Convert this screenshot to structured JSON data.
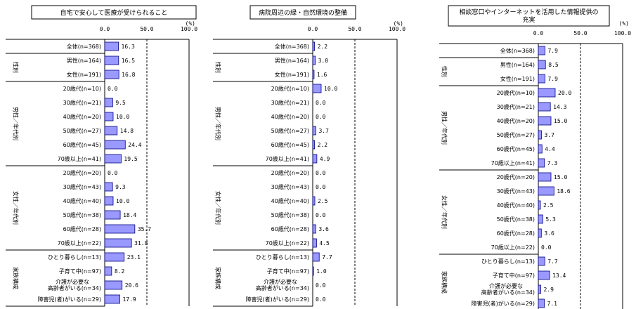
{
  "chart_data": [
    {
      "type": "bar",
      "orientation": "horizontal",
      "title": "自宅で安心して医療が受けられること",
      "unit": "(%)",
      "xlim": [
        0,
        100
      ],
      "xticks": [
        "0.0",
        "50.0",
        "100.0"
      ],
      "categories": [
        "全体(n=368)",
        "男性(n=164)",
        "女性(n=191)",
        "20歳代(n=10)",
        "30歳代(n=21)",
        "40歳代(n=20)",
        "50歳代(n=27)",
        "60歳代(n=45)",
        "70歳以上(n=41)",
        "20歳代(n=20)",
        "30歳代(n=43)",
        "40歳代(n=40)",
        "50歳代(n=38)",
        "60歳代(n=28)",
        "70歳以上(n=22)",
        "ひとり暮らし(n=13)",
        "子育て中(n=97)",
        "介護が必要な\n高齢者がいる(n=34)",
        "障害児(者)がいる(n=29)"
      ],
      "values": [
        16.3,
        16.5,
        16.8,
        0.0,
        9.5,
        10.0,
        14.8,
        24.4,
        19.5,
        0.0,
        9.3,
        10.0,
        18.4,
        35.7,
        31.8,
        23.1,
        8.2,
        20.6,
        17.9
      ],
      "value_labels": [
        "16.3",
        "16.5",
        "16.8",
        "0.0",
        "9.5",
        "10.0",
        "14.8",
        "24.4",
        "19.5",
        "0.0",
        "9.3",
        "10.0",
        "18.4",
        "35.7",
        "31.8",
        "23.1",
        "8.2",
        "20.6",
        "17.9"
      ]
    },
    {
      "type": "bar",
      "orientation": "horizontal",
      "title": "病院周辺の緑・自然環境の整備",
      "unit": "(%)",
      "xlim": [
        0,
        100
      ],
      "xticks": [
        "0.0",
        "50.0",
        "100.0"
      ],
      "categories": [
        "全体(n=368)",
        "男性(n=164)",
        "女性(n=191)",
        "20歳代(n=10)",
        "30歳代(n=21)",
        "40歳代(n=20)",
        "50歳代(n=27)",
        "60歳代(n=45)",
        "70歳以上(n=41)",
        "20歳代(n=20)",
        "30歳代(n=43)",
        "40歳代(n=40)",
        "50歳代(n=38)",
        "60歳代(n=28)",
        "70歳以上(n=22)",
        "ひとり暮らし(n=13)",
        "子育て中(n=97)",
        "介護が必要な\n高齢者がいる(n=34)",
        "障害児(者)がいる(n=29)"
      ],
      "values": [
        2.2,
        3.0,
        1.6,
        10.0,
        0.0,
        0.0,
        3.7,
        2.2,
        4.9,
        0.0,
        0.0,
        2.5,
        0.0,
        3.6,
        4.5,
        7.7,
        1.0,
        0.0,
        0.0
      ],
      "value_labels": [
        "2.2",
        "3.0",
        "1.6",
        "10.0",
        "0.0",
        "0.0",
        "3.7",
        "2.2",
        "4.9",
        "0.0",
        "0.0",
        "2.5",
        "0.0",
        "3.6",
        "4.5",
        "7.7",
        "1.0",
        "0.0",
        "0.0"
      ]
    },
    {
      "type": "bar",
      "orientation": "horizontal",
      "title": "相談窓口やインターネットを活用した情報提供の充実",
      "unit": "(%)",
      "xlim": [
        0,
        100
      ],
      "xticks": [
        "0.0",
        "50.0",
        "100.0"
      ],
      "categories": [
        "全体(n=368)",
        "男性(n=164)",
        "女性(n=191)",
        "20歳代(n=10)",
        "30歳代(n=21)",
        "40歳代(n=20)",
        "50歳代(n=27)",
        "60歳代(n=45)",
        "70歳以上(n=41)",
        "20歳代(n=20)",
        "30歳代(n=43)",
        "40歳代(n=40)",
        "50歳代(n=38)",
        "60歳代(n=28)",
        "70歳以上(n=22)",
        "ひとり暮らし(n=13)",
        "子育て中(n=97)",
        "介護が必要な\n高齢者がいる(n=34)",
        "障害児(者)がいる(n=29)"
      ],
      "values": [
        7.9,
        8.5,
        7.9,
        20.0,
        14.3,
        15.0,
        3.7,
        4.4,
        7.3,
        15.0,
        18.6,
        2.5,
        5.3,
        3.6,
        0.0,
        7.7,
        13.4,
        2.9,
        7.1
      ],
      "value_labels": [
        "7.9",
        "8.5",
        "7.9",
        "20.0",
        "14.3",
        "15.0",
        "3.7",
        "4.4",
        "7.3",
        "15.0",
        "18.6",
        "2.5",
        "5.3",
        "3.6",
        "0.0",
        "7.7",
        "13.4",
        "2.9",
        "7.1"
      ]
    }
  ],
  "groups": [
    {
      "label": "性別",
      "start": 1,
      "end": 2
    },
    {
      "label": "男性／年代別",
      "start": 3,
      "end": 8
    },
    {
      "label": "女性／年代別",
      "start": 9,
      "end": 14
    },
    {
      "label": "家族構成",
      "start": 15,
      "end": 18
    }
  ],
  "colors": {
    "bar": "#9999ff",
    "bar_stroke": "#000080",
    "axis": "#000000"
  }
}
